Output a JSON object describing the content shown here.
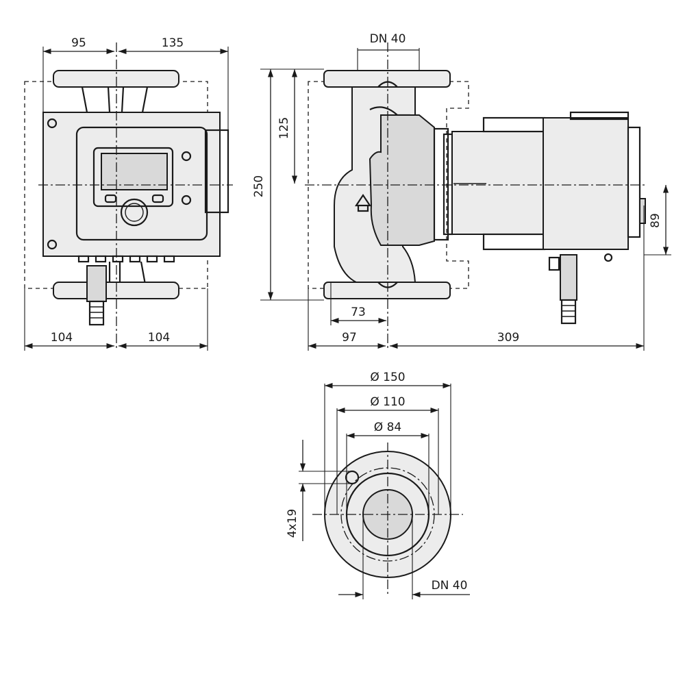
{
  "front_view": {
    "width_left": "95",
    "width_right": "135",
    "base_left": "104",
    "base_right": "104"
  },
  "side_view": {
    "flange": "DN 40",
    "axis_height": "125",
    "total_height": "250",
    "motor_offset": "89",
    "inlet_offset": "73",
    "left_length": "97",
    "right_length": "309"
  },
  "flange_view": {
    "outer_diameter": "Ø 150",
    "bolt_circle": "Ø 110",
    "raised_face": "Ø 84",
    "bolt_holes": "4x19",
    "nominal": "DN 40"
  }
}
